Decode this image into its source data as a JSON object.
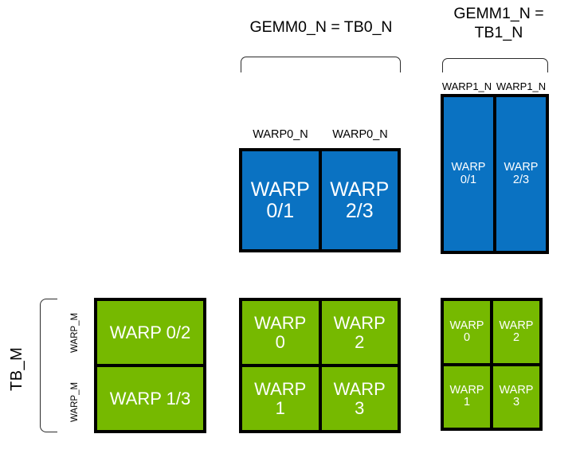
{
  "diagram": {
    "title_top_left": "GEMM0_N = TB0_N",
    "title_top_right": "GEMM1_N =\nTB1_N",
    "axis_label_left": "TB_M",
    "labels": {
      "warp0_n_a": "WARP0_N",
      "warp0_n_b": "WARP0_N",
      "warp1_n_a": "WARP1_N",
      "warp1_n_b": "WARP1_N",
      "warp_m_top": "WARP_M",
      "warp_m_bottom": "WARP_M"
    },
    "blue_gemm0": {
      "name": "GEMM0 warp tiling",
      "cells": [
        {
          "text": "WARP\n0/1"
        },
        {
          "text": "WARP\n2/3"
        }
      ]
    },
    "blue_gemm1": {
      "name": "GEMM1 warp tiling",
      "cells": [
        {
          "text": "WARP\n0/1"
        },
        {
          "text": "WARP\n2/3"
        }
      ]
    },
    "green_left": {
      "name": "M-direction warp rows",
      "cells": [
        {
          "text": "WARP 0/2"
        },
        {
          "text": "WARP 1/3"
        }
      ]
    },
    "green_middle": {
      "name": "GEMM0 warp grid",
      "cells": [
        {
          "text": "WARP\n0"
        },
        {
          "text": "WARP\n2"
        },
        {
          "text": "WARP\n1"
        },
        {
          "text": "WARP\n3"
        }
      ]
    },
    "green_right": {
      "name": "GEMM1 warp grid",
      "cells": [
        {
          "text": "WARP\n0"
        },
        {
          "text": "WARP\n2"
        },
        {
          "text": "WARP\n1"
        },
        {
          "text": "WARP\n3"
        }
      ]
    },
    "colors": {
      "blue": "#0a72c2",
      "green": "#76b900",
      "outline": "#000000",
      "text_on_fill": "#ffffff",
      "text_label": "#000000",
      "background": "#ffffff"
    }
  }
}
